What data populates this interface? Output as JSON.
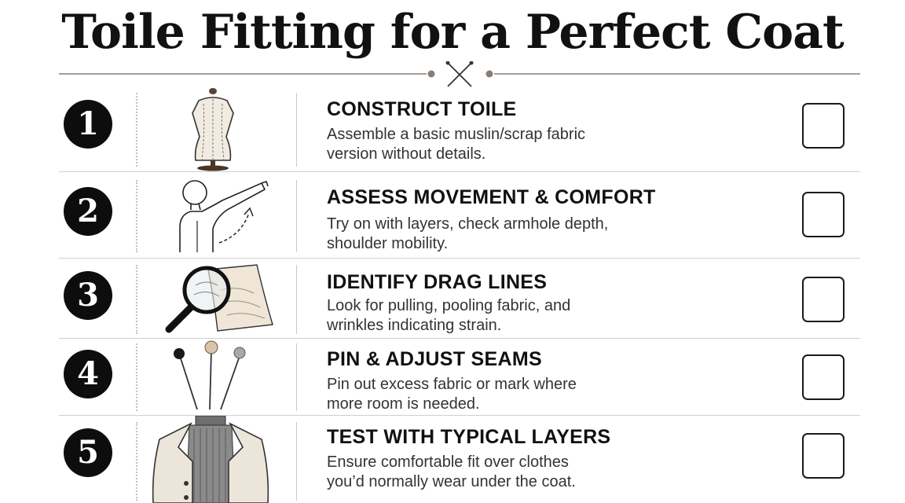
{
  "title": "Toile Fitting for a Perfect Coat",
  "steps": [
    {
      "number": "1",
      "heading": "CONSTRUCT TOILE",
      "description_lines": [
        "Assemble a basic muslin/scrap fabric",
        "version without details."
      ],
      "icon": "dress-form-icon"
    },
    {
      "number": "2",
      "heading": "ASSESS MOVEMENT & COMFORT",
      "description_lines": [
        "Try on with layers, check armhole depth,",
        "shoulder mobility."
      ],
      "icon": "raised-arm-figure-icon"
    },
    {
      "number": "3",
      "heading": "IDENTIFY DRAG LINES",
      "description_lines": [
        "Look for pulling, pooling fabric, and",
        "wrinkles indicating strain."
      ],
      "icon": "magnifier-fabric-icon"
    },
    {
      "number": "4",
      "heading": "PIN & ADJUST SEAMS",
      "description_lines": [
        "Pin out excess fabric or mark where",
        "more room is needed."
      ],
      "icon": "pins-icon"
    },
    {
      "number": "5",
      "heading": "TEST WITH TYPICAL LAYERS",
      "description_lines": [
        "Ensure comfortable fit over clothes",
        "you’d normally wear under the coat."
      ],
      "icon": "coat-layers-icon"
    }
  ],
  "colors": {
    "number_badge": "#0d0d0d",
    "divider": "#8a7e72",
    "checkbox_border": "#1a1a1a"
  }
}
